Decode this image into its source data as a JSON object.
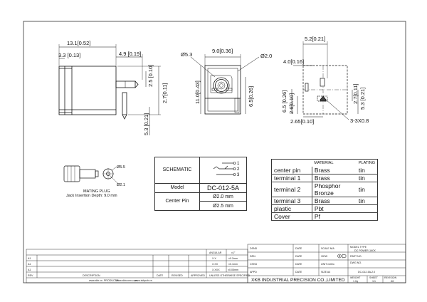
{
  "dimensions": {
    "side_overall": "13.1[0.52]",
    "side_left": "3.3 [0.13]",
    "side_pin": "4.9 [0.19]",
    "side_pin_height": "2.5 [0.10]",
    "side_height": "2.7[0.11]",
    "side_bottom": "5.3 [0.21]",
    "front_width": "9.0[0.36]",
    "front_hole": "Ø5.3",
    "front_pin": "Ø2.0",
    "front_height": "11.0[0.43]",
    "front_inner": "6.5[0.26]",
    "bottom_width": "5.2[0.21]",
    "bottom_left": "4.0[0.16]",
    "bottom_h1": "6.5 [0.26]",
    "bottom_h2": "2.6[0.10]",
    "bottom_r1": "2.7[0.11]",
    "bottom_r2": "5.3 [0.21]",
    "bottom_span": "2.65[0.10]",
    "slot": "3-3X0.8"
  },
  "plug": {
    "d1": "Ø5.5",
    "d2": "Ø2.1",
    "caption1": "MATING PLUG",
    "caption2": "Jack Insertion Depth: 9.0 mm"
  },
  "spec": {
    "schematic_label": "SCHEMATIC",
    "pins": [
      "1",
      "2",
      "3"
    ],
    "model_label": "Model",
    "model_value": "DC-012-5A",
    "center_pin_label": "Center Pin",
    "center_pin_values": [
      "Ø2.0 mm",
      "Ø2.5 mm"
    ]
  },
  "materials": {
    "headers": [
      "",
      "MATERIAL",
      "PLATING"
    ],
    "rows": [
      [
        "center pin",
        "Brass",
        "tin"
      ],
      [
        "terminal 1",
        "Brass",
        "tin"
      ],
      [
        "terminal 2",
        "Phosphor Bronze",
        "tin"
      ],
      [
        "terminal 3",
        "Brass",
        "tin"
      ],
      [
        "plastic",
        "Pbt",
        ""
      ],
      [
        "Cover",
        "Pf",
        ""
      ]
    ]
  },
  "title_block": {
    "rows_left": [
      {
        "label": "DSND",
        "date": "DATE"
      },
      {
        "label": "DRN",
        "date": "DATE"
      },
      {
        "label": "CHKD",
        "date": "DATE"
      },
      {
        "label": "APPD",
        "date": "DATE"
      }
    ],
    "scale": "SCALE  N/A",
    "model_type_label": "MODEL TYPE",
    "model_type": "DC POWER JACK",
    "view": "VIEW",
    "part_no": "PART NO.",
    "unit": "UNIT  metric",
    "size": "SIZE  A4",
    "dwg_no_label": "DWG NO.",
    "dwg_no": "DC-012-5A-2.0",
    "company": "XKB INDUSTRIAL PRECISION CO.,LIMITED",
    "weight_label": "WEIGHT",
    "weight": "1.0g",
    "sheet_label": "SHEET",
    "sheet": "1/1",
    "revision_label": "REVISION",
    "revision": "A5"
  },
  "tolerance": {
    "header_angle": "ANGULAR",
    "header_val": "±1°",
    "rows": [
      [
        "X.X",
        "±0.2mm"
      ],
      [
        "X.XX",
        "±0.1mm"
      ],
      [
        "X.XXX",
        "±0.05mm"
      ]
    ],
    "unless": "UNLESS OTHERWISE SPECIFIED"
  },
  "revision_table": {
    "rev_rows": [
      "A1",
      "A1",
      "A1"
    ],
    "rev_labels": [
      "REV",
      "DESCRIPTION",
      "DATE",
      "REVISED",
      "APPROVED"
    ],
    "footer": [
      "www.xkb.cn",
      "PRODUCER",
      "www.xkbconn.com",
      "www.xkbpcb.cn"
    ]
  }
}
